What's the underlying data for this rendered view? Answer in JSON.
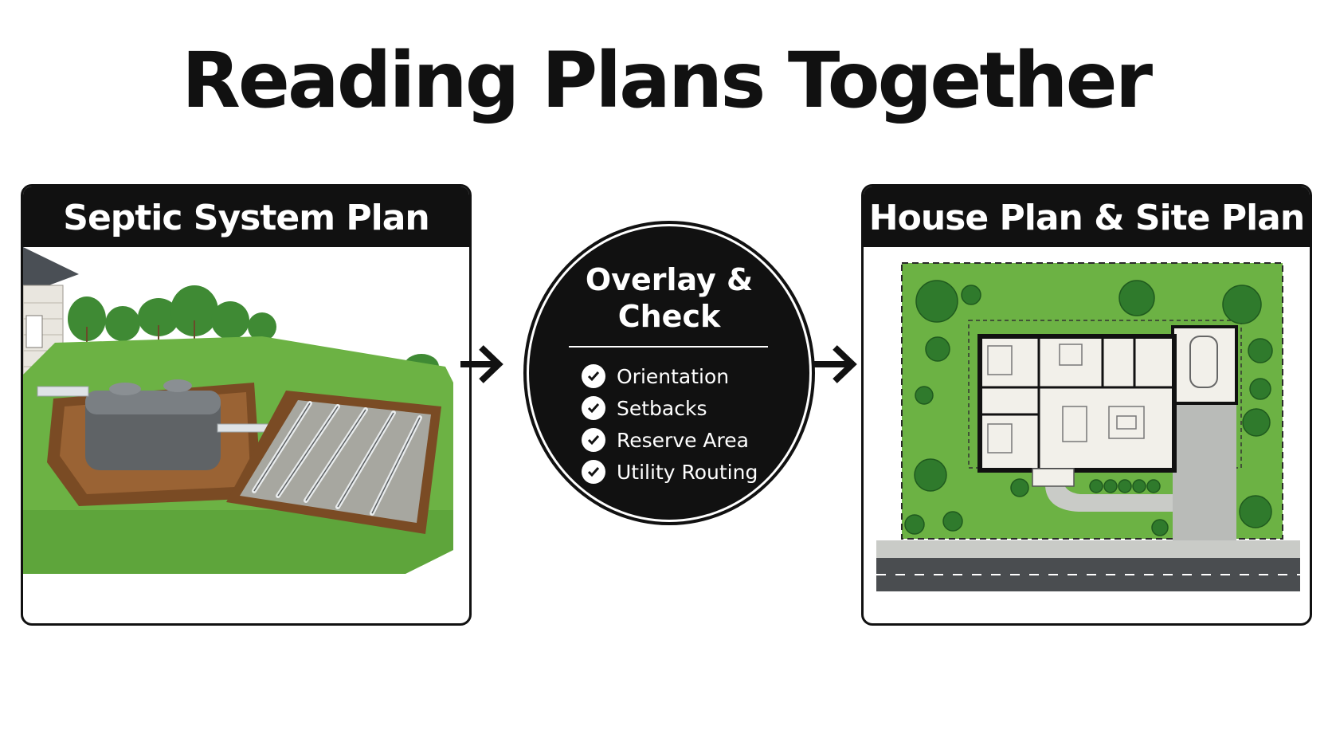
{
  "title": "Reading Plans Together",
  "left_panel": {
    "header": "Septic System Plan"
  },
  "right_panel": {
    "header": "House Plan & Site Plan"
  },
  "center": {
    "title_line1": "Overlay &",
    "title_line2": "Check",
    "checklist": [
      "Orientation",
      "Setbacks",
      "Reserve Area",
      "Utility Routing"
    ]
  },
  "colors": {
    "grass": "#6cb244",
    "soil": "#8a5a2b",
    "tank": "#5f6366",
    "black": "#111111"
  }
}
